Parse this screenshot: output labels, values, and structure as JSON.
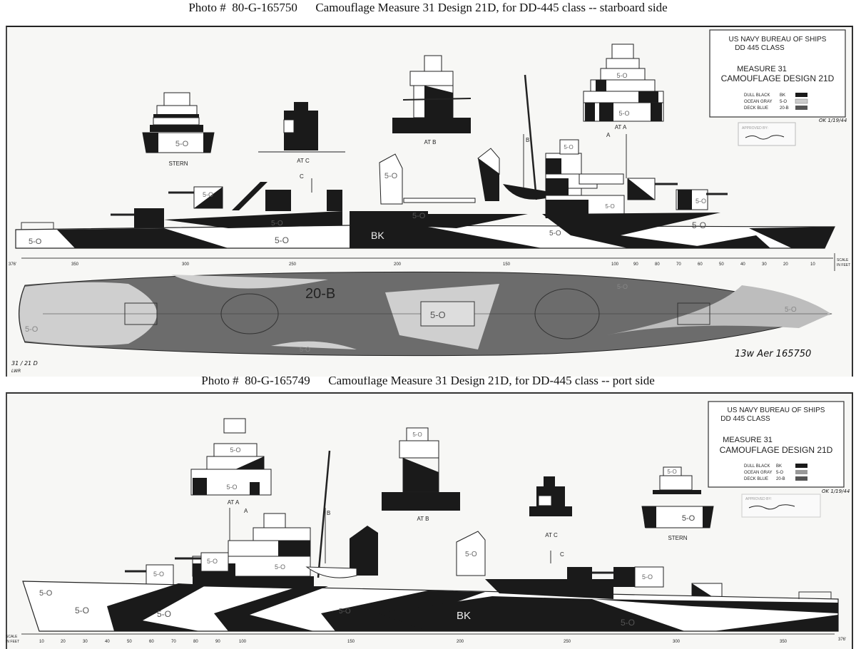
{
  "captions": {
    "top": "Photo #  80-G-165750      Camouflage Measure 31 Design 21D, for DD-445 class -- starboard side",
    "bottom": "Photo #  80-G-165749      Camouflage Measure 31 Design 21D, for DD-445 class -- port side"
  },
  "title_block": {
    "line1": "US NAVY  BUREAU OF SHIPS",
    "line2": "DD 445 CLASS",
    "line3": "MEASURE  31",
    "line4": "CAMOUFLAGE DESIGN 21D",
    "legend": [
      {
        "name": "DULL BLACK",
        "code": "BK",
        "color": "#1a1a1a"
      },
      {
        "name": "OCEAN GRAY",
        "code": "5-O",
        "color": "#b8b8b8"
      },
      {
        "name": "DECK BLUE",
        "code": "20-B",
        "color": "#555555"
      }
    ],
    "approved": "APPROVED BY:",
    "date_top": "OK 1/19/44",
    "date_bottom": "OK 1/19/44"
  },
  "labels": {
    "gray": "5-O",
    "black": "BK",
    "deck": "20-B",
    "stern": "STERN",
    "at_a": "AT A",
    "at_b": "AT B",
    "at_c": "AT C",
    "a": "A",
    "b": "B",
    "c": "C",
    "scale": "SCALE",
    "in_feet": "IN FEET"
  },
  "annotations": {
    "drawing_no": "31 / 21 D",
    "initials": "LWR",
    "photo_ref": "13w Aer 165750"
  },
  "scale_top": [
    "376'",
    "350",
    "300",
    "250",
    "200",
    "150",
    "100",
    "90",
    "80",
    "70",
    "60",
    "50",
    "40",
    "30",
    "20",
    "10"
  ],
  "scale_bottom": [
    "10",
    "20",
    "30",
    "40",
    "50",
    "60",
    "70",
    "80",
    "90",
    "100",
    "150",
    "200",
    "250",
    "300",
    "350",
    "376'"
  ]
}
